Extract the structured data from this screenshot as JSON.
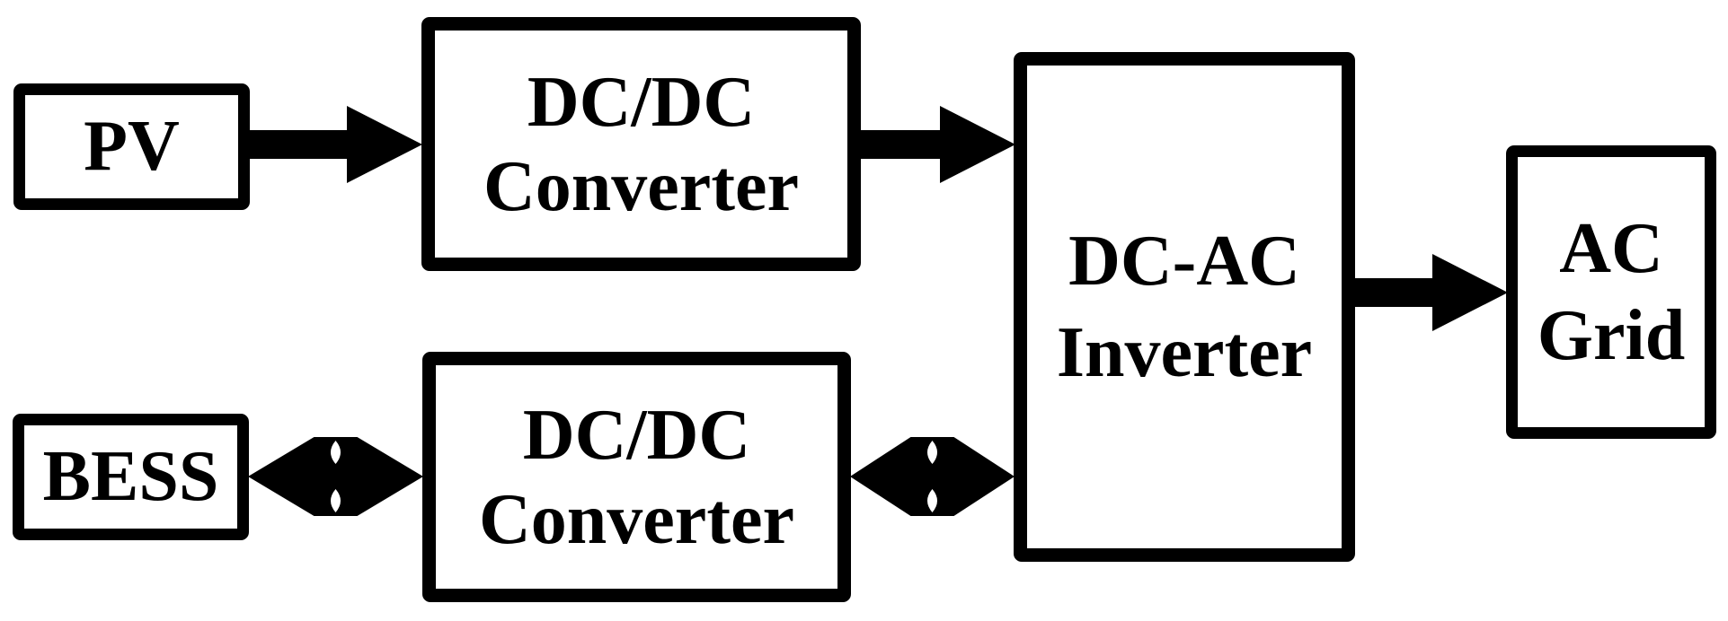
{
  "colors": {
    "ink": "#000000",
    "paper": "#ffffff"
  },
  "diagram": {
    "nodes": {
      "pv": {
        "lines": [
          "PV"
        ]
      },
      "dcdc_pv": {
        "lines": [
          "DC/DC",
          "Converter"
        ]
      },
      "inverter": {
        "lines": [
          "DC-AC",
          "Inverter"
        ]
      },
      "ac_grid": {
        "lines": [
          "AC",
          "Grid"
        ]
      },
      "bess": {
        "lines": [
          "BESS"
        ]
      },
      "dcdc_bess": {
        "lines": [
          "DC/DC",
          "Converter"
        ]
      }
    },
    "edges": [
      {
        "from": "PV",
        "to": "DC/DC Converter",
        "type": "unidirectional"
      },
      {
        "from": "DC/DC Converter",
        "to": "DC-AC Inverter",
        "type": "unidirectional"
      },
      {
        "from": "BESS",
        "to": "DC/DC Converter",
        "type": "bidirectional"
      },
      {
        "from": "DC/DC Converter",
        "to": "DC-AC Inverter",
        "type": "bidirectional"
      },
      {
        "from": "DC-AC Inverter",
        "to": "AC Grid",
        "type": "unidirectional"
      }
    ]
  }
}
